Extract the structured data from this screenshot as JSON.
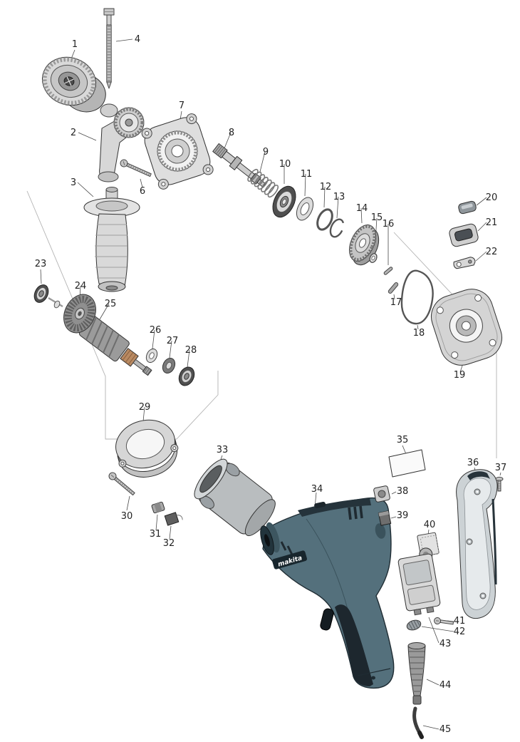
{
  "diagram": {
    "brand_label": "makita"
  },
  "part_numbers": {
    "n1": "1",
    "n2": "2",
    "n3": "3",
    "n4": "4",
    "n6": "6",
    "n7": "7",
    "n8": "8",
    "n9": "9",
    "n10": "10",
    "n11": "11",
    "n12": "12",
    "n13": "13",
    "n14": "14",
    "n15": "15",
    "n16": "16",
    "n17": "17",
    "n18": "18",
    "n19": "19",
    "n20": "20",
    "n21": "21",
    "n22": "22",
    "n23": "23",
    "n24": "24",
    "n25": "25",
    "n26": "26",
    "n27": "27",
    "n28": "28",
    "n29": "29",
    "n30": "30",
    "n31": "31",
    "n32": "32",
    "n33": "33",
    "n34": "34",
    "n35": "35",
    "n36": "36",
    "n37": "37",
    "n38": "38",
    "n39": "39",
    "n40": "40",
    "n41": "41",
    "n42": "42",
    "n43": "43",
    "n44": "44",
    "n45": "45"
  }
}
